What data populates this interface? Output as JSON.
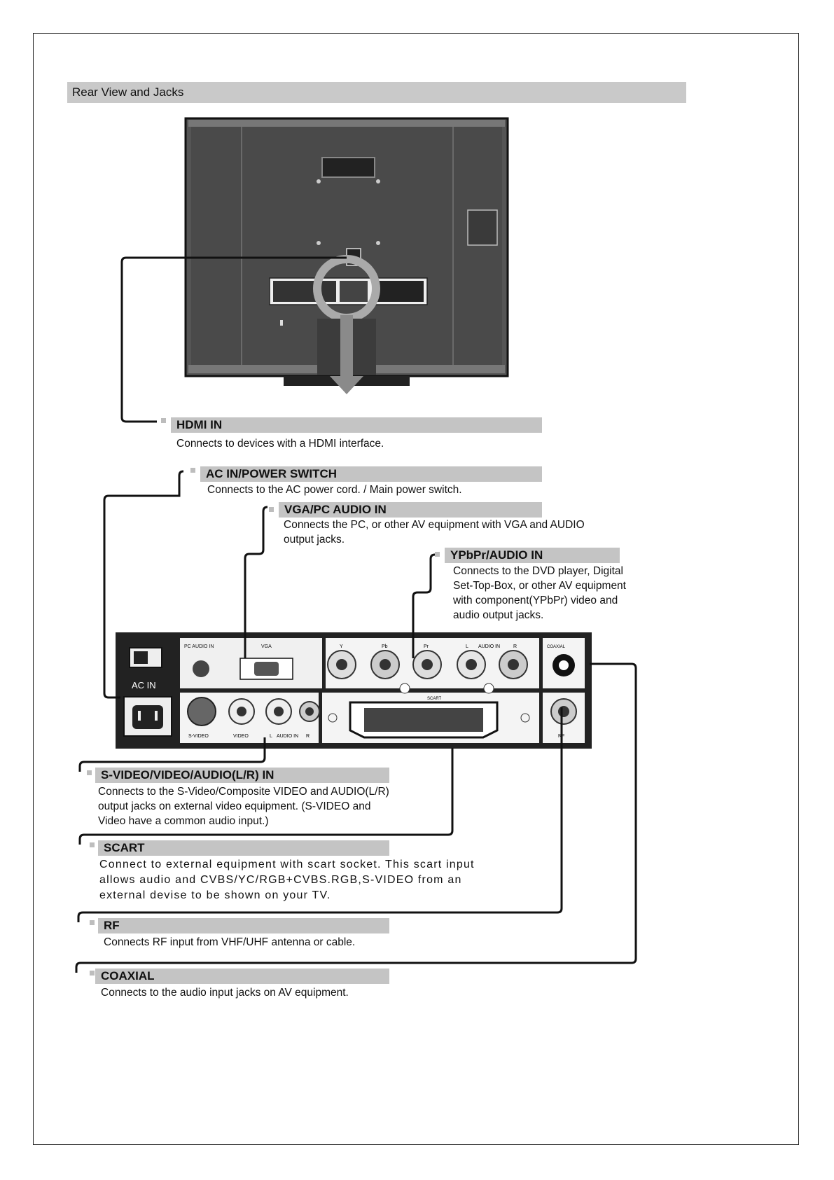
{
  "section_title": "Rear View and Jacks",
  "callouts": [
    {
      "id": "hdmi",
      "title": "HDMI IN",
      "desc": "Connects to devices with a HDMI interface."
    },
    {
      "id": "ac",
      "title": "AC IN/POWER SWITCH",
      "desc": "Connects to the AC power cord. / Main power switch."
    },
    {
      "id": "vga",
      "title": "VGA/PC AUDIO IN",
      "desc": "Connects the PC, or other AV equipment with VGA and AUDIO\noutput jacks."
    },
    {
      "id": "ypbpr",
      "title": "YPbPr/AUDIO IN",
      "desc": "Connects to the DVD player, Digital\nSet-Top-Box, or other AV equipment\nwith component(YPbPr) video and\naudio output jacks."
    },
    {
      "id": "svideo",
      "title": "S-VIDEO/VIDEO/AUDIO(L/R) IN",
      "desc": "Connects to the S-Video/Composite VIDEO and AUDIO(L/R)\noutput jacks on external video equipment. (S-VIDEO and\nVideo have a common audio input.)"
    },
    {
      "id": "scart",
      "title": "SCART",
      "desc": "Connect to external equipment with scart socket. This scart input\nallows audio and CVBS/YC/RGB+CVBS.RGB,S-VIDEO from an\nexternal devise to be shown on your TV."
    },
    {
      "id": "rf",
      "title": "RF",
      "desc": "Connects RF input from VHF/UHF antenna or cable."
    },
    {
      "id": "coaxial",
      "title": "COAXIAL",
      "desc": "Connects to the audio input jacks on AV equipment."
    }
  ],
  "panel_labels": {
    "ac_in": "AC IN",
    "pc_audio_in": "PC AUDIO IN",
    "vga": "VGA",
    "y": "Y",
    "pb": "Pb",
    "pr": "Pr",
    "l_top": "L",
    "audio_in_top": "AUDIO  IN",
    "r_top": "R",
    "coaxial": "COAXIAL",
    "s_video": "S-VIDEO",
    "video": "VIDEO",
    "l_bottom": "L",
    "audio_in_bottom": "AUDIO  IN",
    "r_bottom": "R",
    "scart": "SCART",
    "rf": "RF"
  }
}
